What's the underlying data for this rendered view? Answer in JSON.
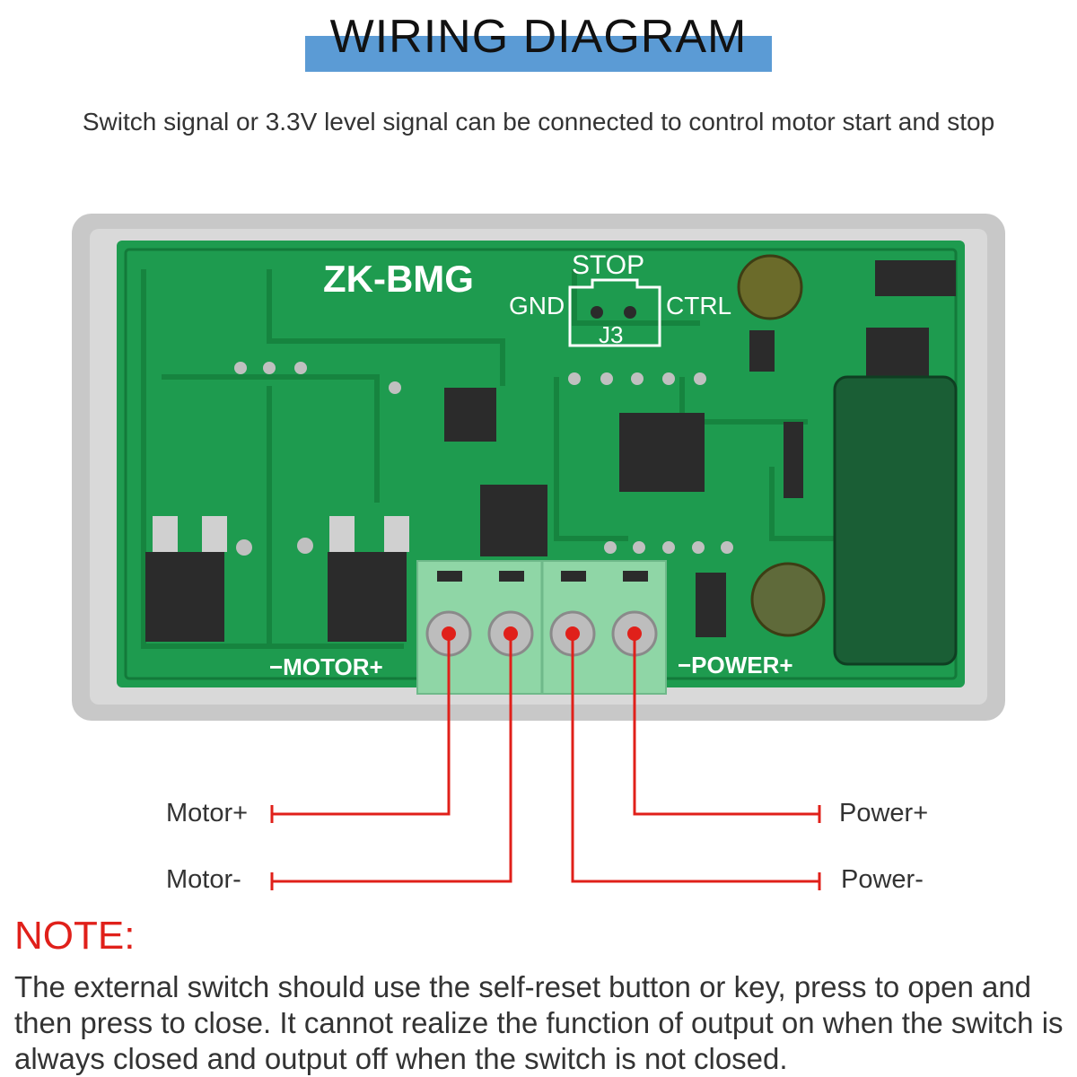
{
  "header": {
    "title": "WIRING DIAGRAM",
    "subtitle": "Switch signal or 3.3V level signal can be connected to control motor start and stop",
    "accent_color": "#5b9bd5"
  },
  "board": {
    "model": "ZK-BMG",
    "stop": "STOP",
    "gnd": "GND",
    "ctrl": "CTRL",
    "j3": "J3",
    "motor_label": "−MOTOR+",
    "power_label": "−POWER+",
    "pcb_color": "#1e9b4f",
    "terminal_color": "#8fd6a6"
  },
  "terminals": {
    "motor_plus": "Motor+",
    "motor_minus": "Motor-",
    "power_plus": "Power+",
    "power_minus": "Power-",
    "wire_color": "#e0201a"
  },
  "note": {
    "title": "NOTE:",
    "body": "The external switch should use the self-reset button or key, press to open and then press to close. It cannot realize the function of output on when the switch is always closed and output off when the switch is not closed."
  }
}
